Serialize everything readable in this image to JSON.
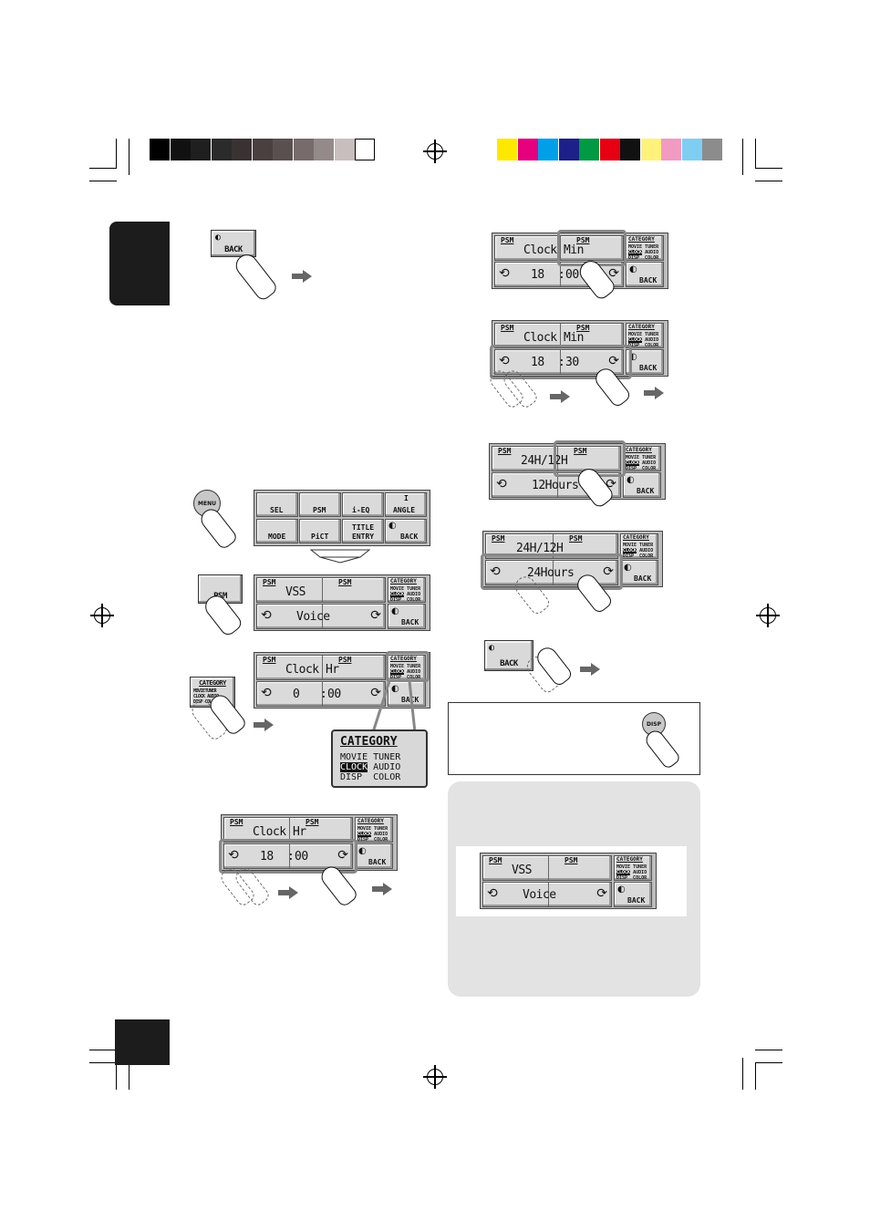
{
  "top_bars": {
    "gray_scale": [
      "#000000",
      "#111111",
      "#1f1f1f",
      "#2b2b2b",
      "#3a3232",
      "#4a4040",
      "#5a5050",
      "#776b6b",
      "#948a8a",
      "#c9bebe",
      "#ffffff"
    ],
    "process_colors": [
      "#ffe800",
      "#e6007e",
      "#00a0e9",
      "#1d2088",
      "#009944",
      "#e60012",
      "#111111",
      "#fff27a",
      "#f29ac2",
      "#7ecef4",
      "#8c8c8c"
    ]
  },
  "step_back_top": {
    "back_label": "BACK"
  },
  "menu_grid": {
    "menu_button": "MENU",
    "row1": [
      "SEL",
      "PSM",
      "i-EQ",
      "I",
      "ANGLE"
    ],
    "row2": [
      "MODE",
      "PiCT",
      "TITLE",
      "ENTRY",
      "BACK"
    ]
  },
  "psm_button": "PSM",
  "screen_vss": {
    "psm_left": "PSM",
    "psm_right": "PSM",
    "title": "VSS",
    "value": "Voice",
    "category": "CATEGORY",
    "back": "BACK"
  },
  "category_button": "CATEGORY",
  "category_mini": [
    "MOVIE",
    "TUNER",
    "CLOCK",
    "AUDIO",
    "DISP",
    "COLOR"
  ],
  "screen_clock_hr_0": {
    "psm_left": "PSM",
    "psm_right": "PSM",
    "title": "Clock Hr",
    "hour": "0",
    "minute": "00",
    "category": "CATEGORY",
    "back": "BACK"
  },
  "category_popup": {
    "title": "CATEGORY",
    "items": [
      "MOVIE",
      "TUNER",
      "CLOCK",
      "AUDIO",
      "DISP",
      "COLOR"
    ],
    "selected": "CLOCK"
  },
  "screen_clock_hr_18": {
    "psm_left": "PSM",
    "psm_right": "PSM",
    "title": "Clock Hr",
    "hour": "18",
    "minute": "00",
    "category": "CATEGORY",
    "back": "BACK"
  },
  "screen_clock_min_00": {
    "psm_left": "PSM",
    "psm_right": "PSM",
    "title": "Clock Min",
    "hour": "18",
    "minute": "00",
    "category": "CATEGORY",
    "back": "BACK"
  },
  "screen_clock_min_30": {
    "psm_left": "PSM",
    "psm_right": "PSM",
    "title": "Clock Min",
    "hour": "18",
    "minute": "30",
    "category": "CATEGORY",
    "back": "BACK"
  },
  "screen_24h_12": {
    "psm_left": "PSM",
    "psm_right": "PSM",
    "title": "24H/12H",
    "value": "12Hours",
    "category": "CATEGORY",
    "back": "BACK"
  },
  "screen_24h_24": {
    "psm_left": "PSM",
    "psm_right": "PSM",
    "title": "24H/12H",
    "value": "24Hours",
    "category": "CATEGORY",
    "back": "BACK"
  },
  "step_back_bottom": {
    "back_label": "BACK"
  },
  "disp_button": "DISP",
  "panel_screen": {
    "psm_left": "PSM",
    "psm_right": "PSM",
    "title": "VSS",
    "value": "Voice",
    "category": "CATEGORY",
    "back": "BACK"
  }
}
